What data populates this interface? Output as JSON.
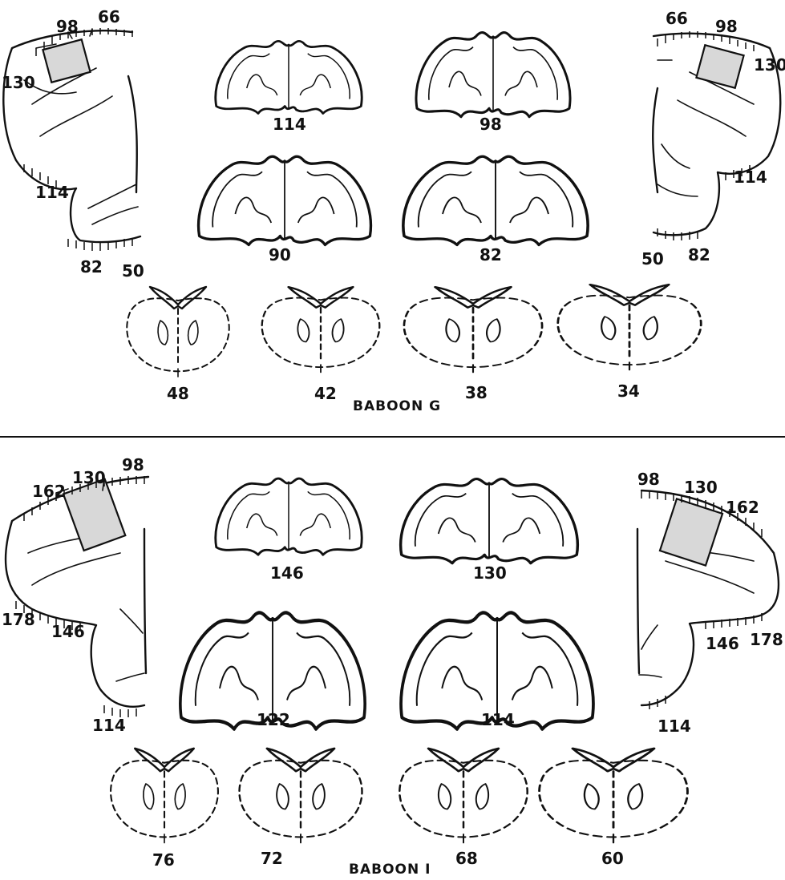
{
  "baboon_g": {
    "title": "BABOON G",
    "left_hemisphere_labels": [
      "98",
      "66",
      "130",
      "114",
      "82",
      "50"
    ],
    "right_hemisphere_labels": [
      "66",
      "98",
      "130",
      "114",
      "50",
      "82"
    ],
    "upper_sections": [
      "114",
      "98"
    ],
    "middle_sections": [
      "90",
      "82"
    ],
    "lower_sections": [
      "48",
      "42",
      "38",
      "34"
    ]
  },
  "baboon_i": {
    "title": "BABOON I",
    "left_hemisphere_labels": [
      "98",
      "130",
      "162",
      "178",
      "146",
      "114"
    ],
    "right_hemisphere_labels": [
      "98",
      "130",
      "162",
      "146",
      "178",
      "114"
    ],
    "upper_sections": [
      "146",
      "130"
    ],
    "middle_sections": [
      "122",
      "114"
    ],
    "lower_sections": [
      "76",
      "72",
      "68",
      "60"
    ]
  }
}
